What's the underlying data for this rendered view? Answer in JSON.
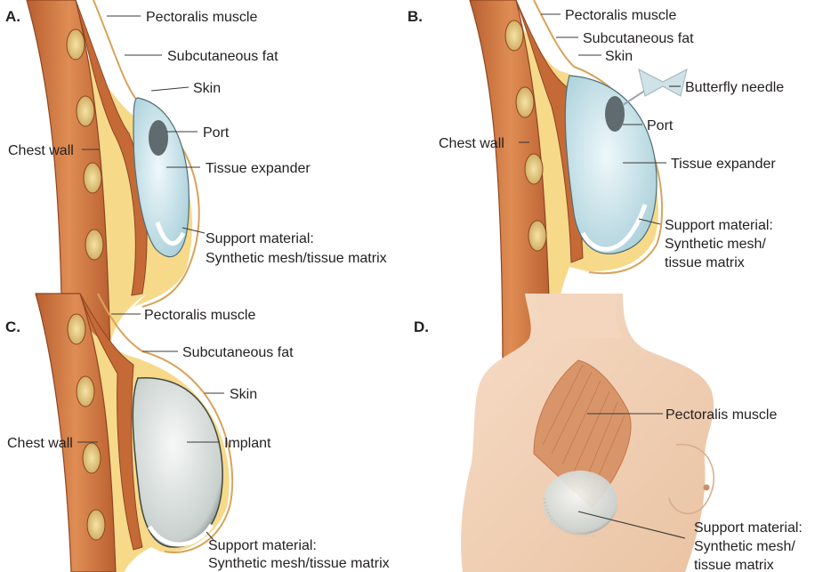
{
  "panels": {
    "a": {
      "letter": "A.",
      "pectoralis": "Pectoralis muscle",
      "fat": "Subcutaneous fat",
      "skin": "Skin",
      "port": "Port",
      "device": "Tissue expander",
      "chest_wall": "Chest wall",
      "support_1": "Support material:",
      "support_2": "Synthetic mesh/tissue matrix"
    },
    "b": {
      "letter": "B.",
      "pectoralis": "Pectoralis muscle",
      "fat": "Subcutaneous fat",
      "skin": "Skin",
      "needle": "Butterfly needle",
      "port": "Port",
      "chest_wall": "Chest wall",
      "device": "Tissue expander",
      "support_1": "Support material:",
      "support_2": "Synthetic mesh/",
      "support_3": "tissue matrix"
    },
    "c": {
      "letter": "C.",
      "pectoralis": "Pectoralis muscle",
      "fat": "Subcutaneous fat",
      "skin": "Skin",
      "chest_wall": "Chest wall",
      "device": "Implant",
      "support_1": "Support material:",
      "support_2": "Synthetic mesh/tissue matrix"
    },
    "d": {
      "letter": "D.",
      "pectoralis": "Pectoralis muscle",
      "support_1": "Support material:",
      "support_2": "Synthetic mesh/",
      "support_3": "tissue matrix"
    }
  },
  "colors": {
    "muscle": "#c8703e",
    "muscle_light": "#e2925a",
    "fat": "#f7d98a",
    "skin_line": "#d8a35a",
    "rib": "#ecd28a",
    "expander": "#d5ecf2",
    "implant": "#e3e8e6",
    "port": "#5f6b6e",
    "mesh": "#ffffff",
    "body": "#f2d2b6"
  }
}
